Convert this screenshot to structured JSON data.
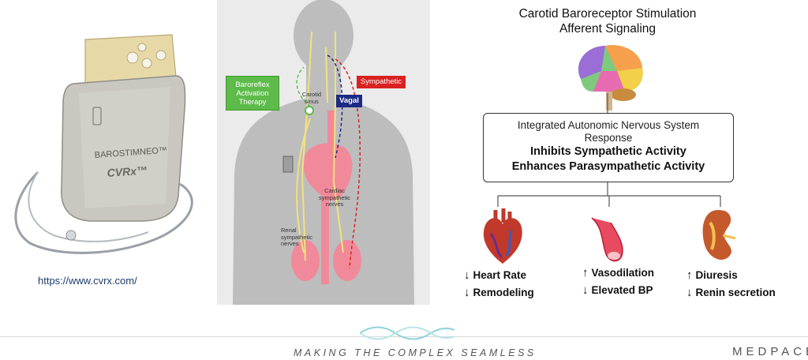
{
  "left_panel": {
    "device_brand": "BAROSTIMNEO™",
    "device_maker": "CVRx™",
    "url": "https://www.cvrx.com/"
  },
  "anatomy": {
    "bat_label": "Baroreflex Activation Therapy",
    "carotid_label": "Carotid sinus",
    "vagal_label": "Vagal",
    "sympathetic_label": "Sympathetic",
    "cardiac_label": "Cardiac sympathetic nerves",
    "renal_label": "Renal sympathetic nerves"
  },
  "right_panel": {
    "title_line1": "Carotid Baroreceptor Stimulation",
    "title_line2": "Afferent Signaling",
    "response_line1": "Integrated Autonomic Nervous System",
    "response_line2": "Response",
    "response_bold1": "Inhibits Sympathetic Activity",
    "response_bold2": "Enhances Parasympathetic Activity",
    "effects": [
      {
        "icon": "heart-icon",
        "lines": [
          {
            "arrow": "↓",
            "text": "Heart Rate"
          },
          {
            "arrow": "↓",
            "text": "Remodeling"
          }
        ]
      },
      {
        "icon": "vessel-icon",
        "lines": [
          {
            "arrow": "↑",
            "text": "Vasodilation"
          },
          {
            "arrow": "↓",
            "text": "Elevated BP"
          }
        ]
      },
      {
        "icon": "kidney-icon",
        "lines": [
          {
            "arrow": "↑",
            "text": "Diuresis"
          },
          {
            "arrow": "↓",
            "text": "Renin secretion"
          }
        ]
      }
    ]
  },
  "footer": {
    "tagline": "MAKING THE COMPLEX SEAMLESS",
    "brand": "MEDPACE"
  },
  "colors": {
    "therapy_green": "#5dbb4a",
    "vagal_blue": "#1b2a85",
    "sympathetic_red": "#d9211f",
    "nerve_yellow": "#f2e27a",
    "organ_pink": "#f08a9a"
  }
}
